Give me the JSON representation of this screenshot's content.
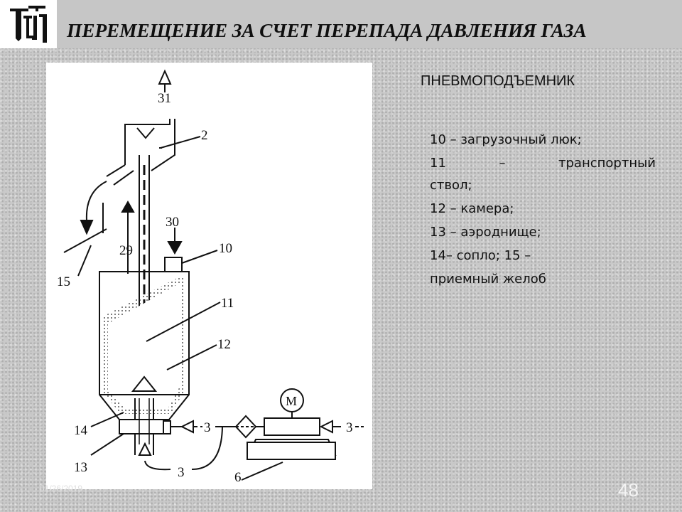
{
  "slide": {
    "title": "ПЕРЕМЕЩЕНИЕ ЗА СЧЕТ ПЕРЕПАДА ДАВЛЕНИЯ ГАЗА",
    "subtitle": "ПНЕВМОПОДЪЕМНИК",
    "date": "01/26/2019",
    "page_number": "48"
  },
  "legend": {
    "line1": "10 – загрузочный люк;",
    "line2": "11 – транспортный",
    "line3": "ствол;",
    "line4": "12 – камера;",
    "line5": "13 – аэроднище;",
    "line6": "14– сопло; 15 –",
    "line7": "приемный желоб"
  },
  "diagram_labels": {
    "l31": "31",
    "l2": "2",
    "l30": "30",
    "l29": "29",
    "l10": "10",
    "l11": "11",
    "l12": "12",
    "l15": "15",
    "l14": "14",
    "l13": "13",
    "l3a": "3",
    "l3b": "3",
    "l3c": "3",
    "l6": "6",
    "motor": "M"
  }
}
